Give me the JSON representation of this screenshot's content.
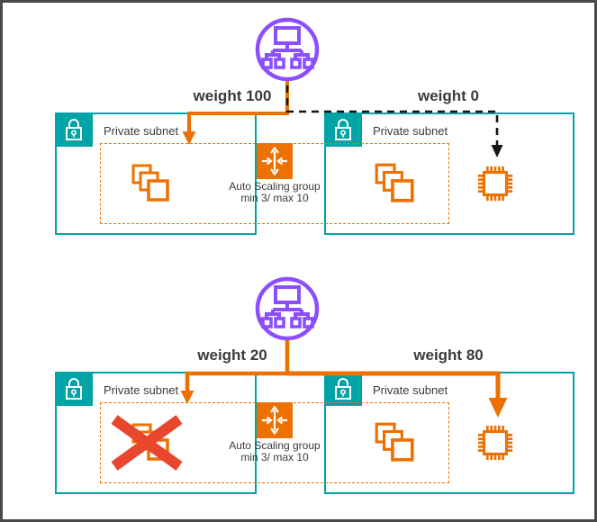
{
  "colors": {
    "purple": "#8C4FFF",
    "orange": "#ED7100",
    "teal": "#00A4A6",
    "red_x": "#E9462E",
    "text": "#3B3B3B",
    "dashed_line": "#151515",
    "frame_border": "#4A4A4A"
  },
  "icons": {
    "load_balancer": "load-balancer-icon",
    "lock": "lock-icon",
    "instances": "instances-icon",
    "processor": "processor-chip-icon",
    "auto_scaling": "auto-scaling-icon",
    "failure": "failure-x-icon"
  },
  "tiers": [
    {
      "weight_left": "weight 100",
      "weight_right": "weight 0",
      "left_subnet": {
        "label": "Private subnet"
      },
      "right_subnet": {
        "label": "Private subnet"
      },
      "asg": {
        "title": "Auto Scaling group",
        "limits": "min 3/ max 10"
      }
    },
    {
      "weight_left": "weight 20",
      "weight_right": "weight 80",
      "left_subnet": {
        "label": "Private subnet"
      },
      "right_subnet": {
        "label": "Private subnet"
      },
      "asg": {
        "title": "Auto Scaling group",
        "limits": "min 3/ max 10"
      }
    }
  ]
}
